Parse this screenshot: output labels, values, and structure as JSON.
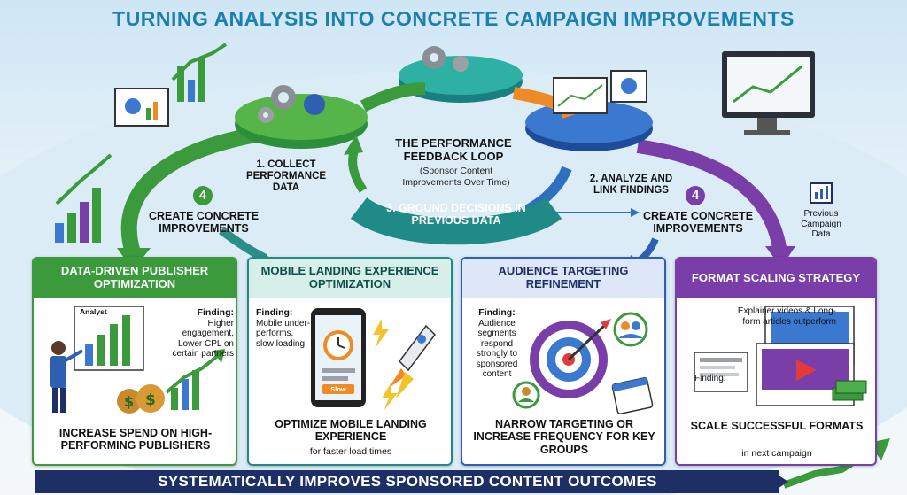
{
  "title": "TURNING ANALYSIS INTO CONCRETE CAMPAIGN IMPROVEMENTS",
  "loop": {
    "title": "THE PERFORMANCE FEEDBACK LOOP",
    "subtitle": "(Sponsor Content Improvements Over Time)",
    "step1": "1. COLLECT PERFORMANCE DATA",
    "step2": "2. ANALYZE AND LINK FINDINGS",
    "step3": "3. GROUND DECISIONS IN PREVIOUS DATA"
  },
  "create_improvements": {
    "number": "4",
    "label": "CREATE CONCRETE IMPROVEMENTS"
  },
  "previous_data_label": "Previous Campaign Data",
  "panels": [
    {
      "title": "DATA-DRIVEN PUBLISHER OPTIMIZATION",
      "finding_label": "Finding:",
      "finding": "Higher engagement, Lower CPL on certain partners",
      "screen_label": "Analyst",
      "outcome": "INCREASE SPEND ON HIGH-PERFORMING PUBLISHERS",
      "outcome_sub": ""
    },
    {
      "title": "MOBILE LANDING EXPERIENCE OPTIMIZATION",
      "finding_label": "Finding:",
      "finding": "Mobile under-performs, slow loading",
      "phone_label": "Slow",
      "outcome": "OPTIMIZE MOBILE LANDING EXPERIENCE",
      "outcome_sub": "for faster load times"
    },
    {
      "title": "AUDIENCE TARGETING REFINEMENT",
      "finding_label": "Finding:",
      "finding": "Audience segments respond strongly to sponsored content",
      "outcome": "NARROW TARGETING OR INCREASE FREQUENCY FOR KEY GROUPS",
      "outcome_sub": ""
    },
    {
      "title": "FORMAT SCALING STRATEGY",
      "finding_label": "Finding:",
      "finding": "Explainer videos & Long-form articles outperform",
      "outcome": "SCALE SUCCESSFUL FORMATS",
      "outcome_sub": "in next campaign"
    }
  ],
  "footer": "SYSTEMATICALLY IMPROVES SPONSORED CONTENT OUTCOMES",
  "colors": {
    "title": "#1b7fb0",
    "green": "#3a9a3c",
    "teal": "#1f8a86",
    "blue": "#2f5fb0",
    "purple": "#7a3ea8",
    "orange": "#f08a24",
    "navy": "#1e2f66"
  }
}
